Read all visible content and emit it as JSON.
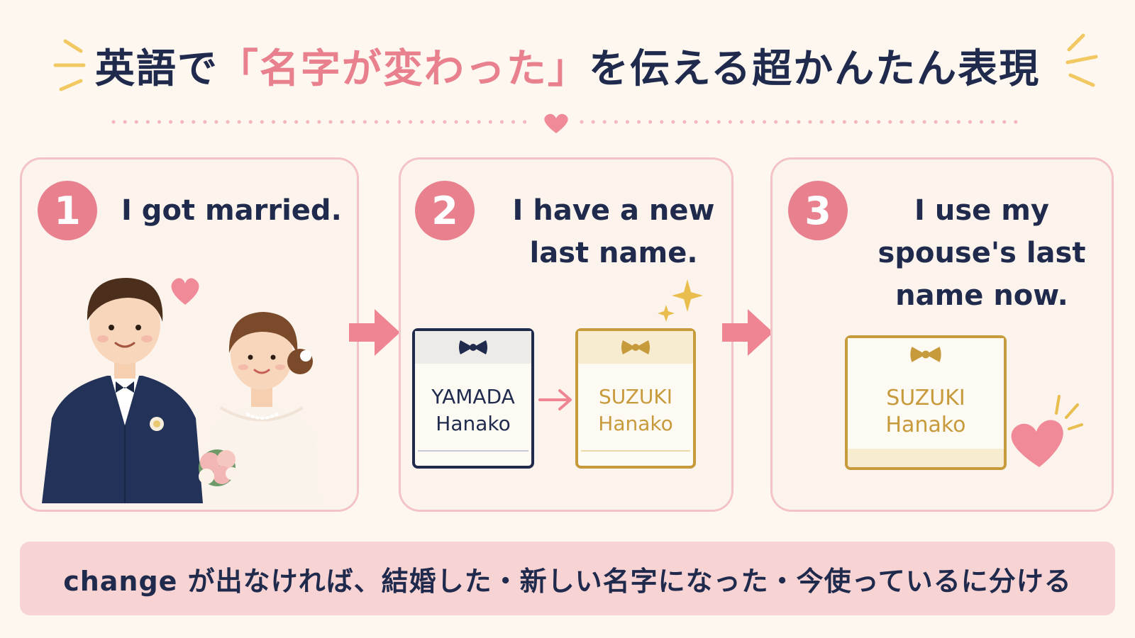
{
  "title": {
    "before": "英語で",
    "highlight": "「名字が変わった」",
    "after": "を伝える超かんたん表現"
  },
  "steps": [
    {
      "number": "1",
      "phrase": "I got married."
    },
    {
      "number": "2",
      "phrase": "I have a new last name."
    },
    {
      "number": "3",
      "phrase": "I use my spouse's last name now."
    }
  ],
  "nameplates": {
    "old": {
      "surname": "YAMADA",
      "given": "Hanako"
    },
    "new": {
      "surname": "SUZUKI",
      "given": "Hanako"
    },
    "current": {
      "surname": "SUZUKI",
      "given": "Hanako"
    }
  },
  "footer": "change が出なければ、結婚した・新しい名字になった・今使っているに分ける",
  "colors": {
    "navy": "#1f2a4d",
    "pink": "#e8808e",
    "gold": "#c79a3b",
    "background": "#fdf7f0"
  }
}
